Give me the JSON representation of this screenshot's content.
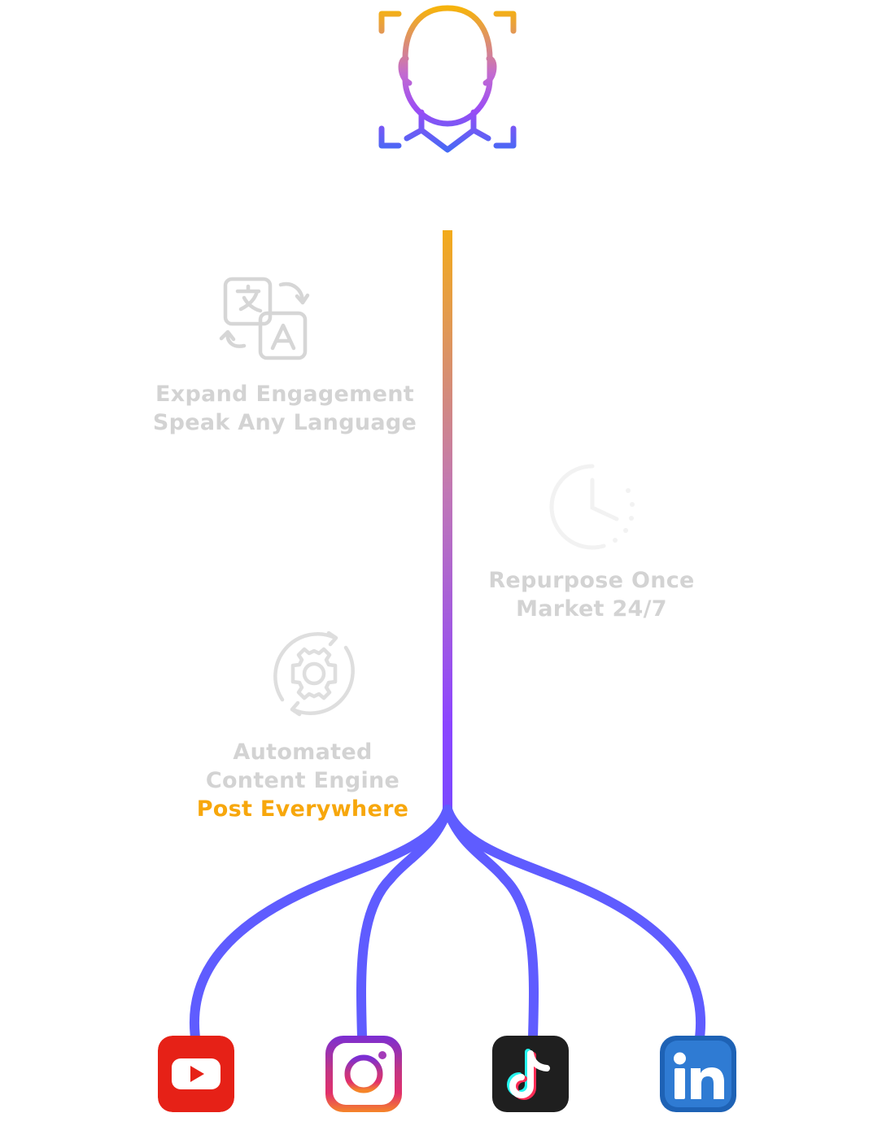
{
  "features": [
    {
      "line1": "Expand Engagement",
      "line2": "Speak Any Language",
      "icon": "translate-icon"
    },
    {
      "line1": "Repurpose Once",
      "line2": "Market 24/7",
      "icon": "clock-icon"
    },
    {
      "line1": "Automated",
      "line2": "Content Engine",
      "highlight": "Post Everywhere",
      "icon": "gear-sync-icon"
    }
  ],
  "platforms": [
    {
      "name": "YouTube",
      "icon": "youtube-icon",
      "color": "#e62117"
    },
    {
      "name": "Instagram",
      "icon": "instagram-icon",
      "color": "#c13584"
    },
    {
      "name": "TikTok",
      "icon": "tiktok-icon",
      "color": "#1f1f1f"
    },
    {
      "name": "LinkedIn",
      "icon": "linkedin-icon",
      "color": "#1e62b5"
    }
  ],
  "colors": {
    "gradient_top": "#f3ab1a",
    "gradient_bottom": "#8b45ff",
    "branch": "#5f5cff",
    "face_top": "#f6b30c",
    "face_bottom": "#3d6cf5",
    "faded_text": "#d3d3d3",
    "highlight_text": "#f7a70c"
  }
}
